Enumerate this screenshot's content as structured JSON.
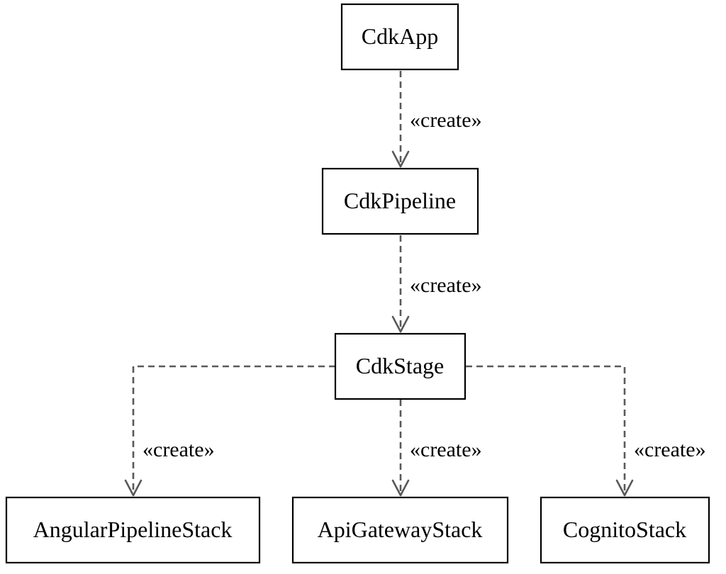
{
  "nodes": {
    "cdk_app": "CdkApp",
    "cdk_pipeline": "CdkPipeline",
    "cdk_stage": "CdkStage",
    "angular_pipeline_stack": "AngularPipelineStack",
    "api_gateway_stack": "ApiGatewayStack",
    "cognito_stack": "CognitoStack"
  },
  "edges": {
    "app_to_pipeline": "«create»",
    "pipeline_to_stage": "«create»",
    "stage_to_angular": "«create»",
    "stage_to_apigateway": "«create»",
    "stage_to_cognito": "«create»"
  }
}
